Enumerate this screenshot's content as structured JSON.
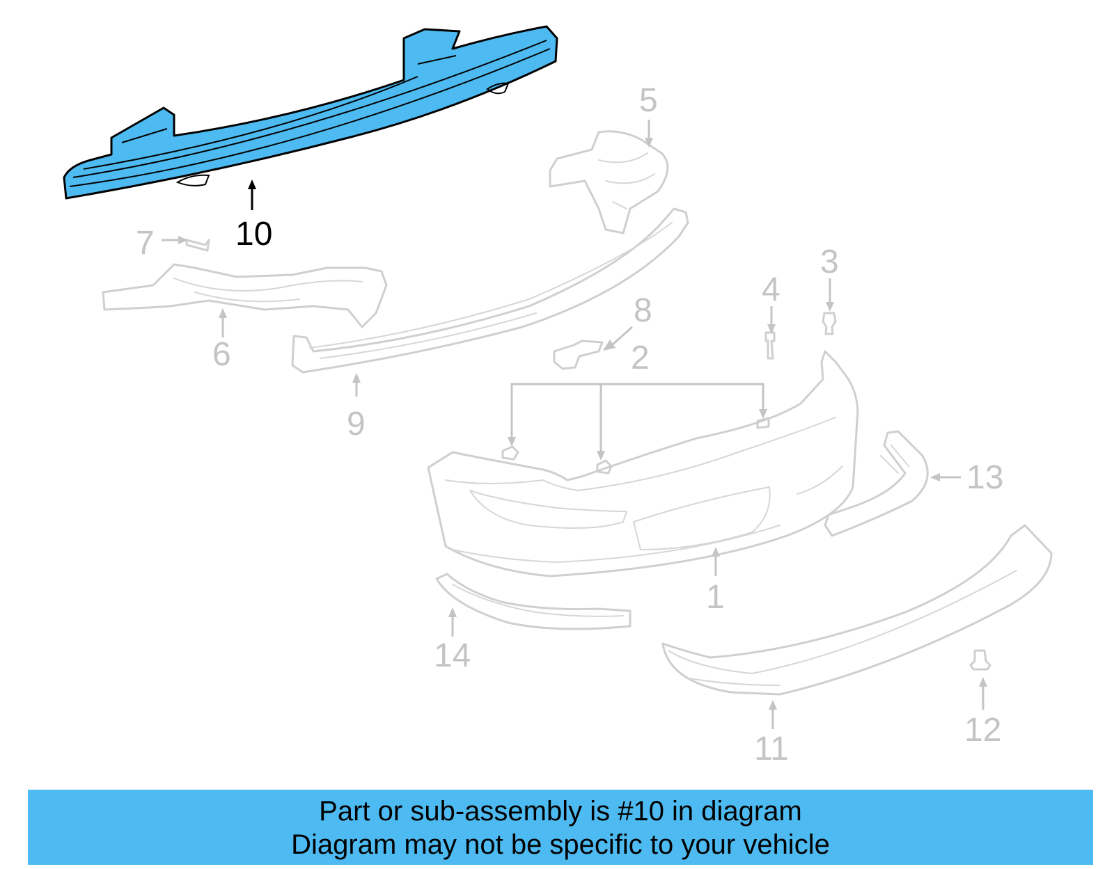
{
  "diagram": {
    "highlighted_part": "10",
    "highlight_color": "#4DBBF2",
    "callouts": {
      "c1": "1",
      "c2": "2",
      "c3": "3",
      "c4": "4",
      "c5": "5",
      "c6": "6",
      "c7": "7",
      "c8": "8",
      "c9": "9",
      "c10": "10",
      "c11": "11",
      "c12": "12",
      "c13": "13",
      "c14": "14"
    }
  },
  "banner": {
    "line1": "Part or sub-assembly is #10 in diagram",
    "line2": "Diagram may not be specific to your vehicle",
    "color": "#4DBBF2"
  }
}
